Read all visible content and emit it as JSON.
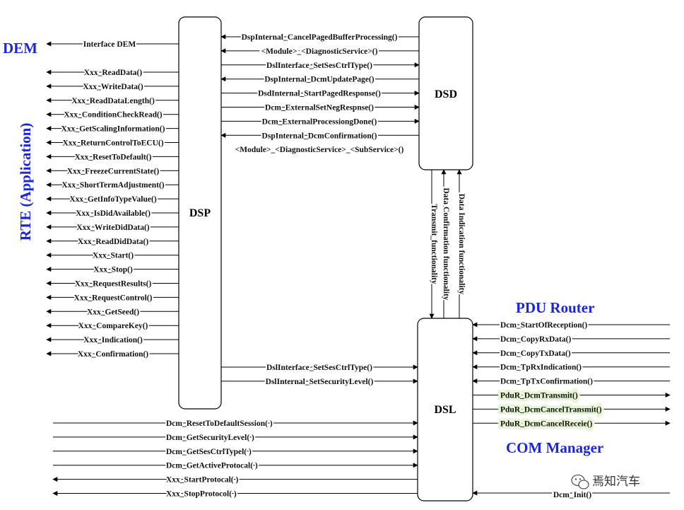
{
  "colors": {
    "title_blue": "#1a24e6",
    "line": "#000000",
    "highlight": "#e8f5d6"
  },
  "boxes": {
    "dsp": "DSP",
    "dsd": "DSD",
    "dsl": "DSL"
  },
  "titles": {
    "dem": "DEM",
    "rte": "RTE (Application)",
    "pdu_router": "PDU Router",
    "com_manager": "COM Manager"
  },
  "dem_interface": "Interface DEM",
  "rte_interfaces": [
    "Xxx_ReadData()",
    "Xxx_WriteData()",
    "Xxx_ReadDataLength()",
    "Xxx_ConditionCheckRead()",
    "Xxx_GetScalingInformation()",
    "Xxx_ReturnControlToECU()",
    "Xxx_ResetToDefault()",
    "Xxx_FreezeCurrentState()",
    "Xxx_ShortTermAdjustment()",
    "Xxx_GetInfoTypeValue()",
    "Xxx_IsDidAvailable()",
    "Xxx_WriteDidData()",
    "Xxx_ReadDidData()",
    "Xxx_Start()",
    "Xxx_Stop()",
    "Xxx_RequestResults()",
    "Xxx_RequestControl()",
    "Xxx_GetSeed()",
    "Xxx_CompareKey()",
    "Xxx_Indication()",
    "Xxx_Confirmation()"
  ],
  "dsp_dsd_interfaces": [
    {
      "label": "DspInternal_CancelPagedBufferProcessing()",
      "dir": "to_dsp"
    },
    {
      "label": "<Module>_<DiagnosticService>()",
      "dir": "to_dsp"
    },
    {
      "label": "DslInterface_SetSesCtrlType()",
      "dir": "to_dsd"
    },
    {
      "label": "DspInternal_DcmUpdatePage()",
      "dir": "to_dsp"
    },
    {
      "label": "DsdInternal_StartPagedResponse()",
      "dir": "to_dsd"
    },
    {
      "label": "Dcm_ExternalSetNegRespnse()",
      "dir": "to_dsd"
    },
    {
      "label": "Dcm_ExternalProcessiongDone()",
      "dir": "to_dsd"
    },
    {
      "label": "DspInternal_DcmConfirmation()",
      "dir": "to_dsp"
    },
    {
      "label": "<Module>_<DiagnosticService>_<SubService>()",
      "dir": "none"
    }
  ],
  "dsp_dsl_interfaces": [
    "DslInterface_SetSesCtrlType()",
    "DslInternal_SetSecurityLevel()"
  ],
  "dsd_dsl_interfaces": [
    "Transmit_functionality",
    "Data Confirmation functionality",
    "Data Indication functionality"
  ],
  "pdu_router_interfaces": [
    {
      "label": "Dcm_StartOfReception()",
      "dir": "in",
      "highlight": false
    },
    {
      "label": "Dcm_CopyRxData()",
      "dir": "in",
      "highlight": false
    },
    {
      "label": "Dcm_CopyTxData()",
      "dir": "in",
      "highlight": false
    },
    {
      "label": "Dcm_TpRxIndication()",
      "dir": "in",
      "highlight": false
    },
    {
      "label": "Dcm_TpTxConfirmation()",
      "dir": "in",
      "highlight": false
    },
    {
      "label": "PduR_DcmTransmit()",
      "dir": "out",
      "highlight": true
    },
    {
      "label": "PduR_DcmCancelTransmit()",
      "dir": "out",
      "highlight": true
    },
    {
      "label": "PduR_DcmCancelReceie()",
      "dir": "out",
      "highlight": true
    }
  ],
  "app_dsl_interfaces": [
    {
      "label": "Dcm_ResetToDefaultSession( )",
      "dir": "in"
    },
    {
      "label": "Dcm_GetSecurityLevel( )",
      "dir": "in"
    },
    {
      "label": "Dcm_GetSesCtrlTypel( )",
      "dir": "in"
    },
    {
      "label": "Dcm_GetActiveProtocal( )",
      "dir": "in"
    },
    {
      "label": "Xxx_StartProtocal( )",
      "dir": "out"
    },
    {
      "label": "Xxx_StopProtocol( )",
      "dir": "out"
    }
  ],
  "com_manager_interfaces": [
    "Dcm_Init()"
  ],
  "watermark": "焉知汽车"
}
